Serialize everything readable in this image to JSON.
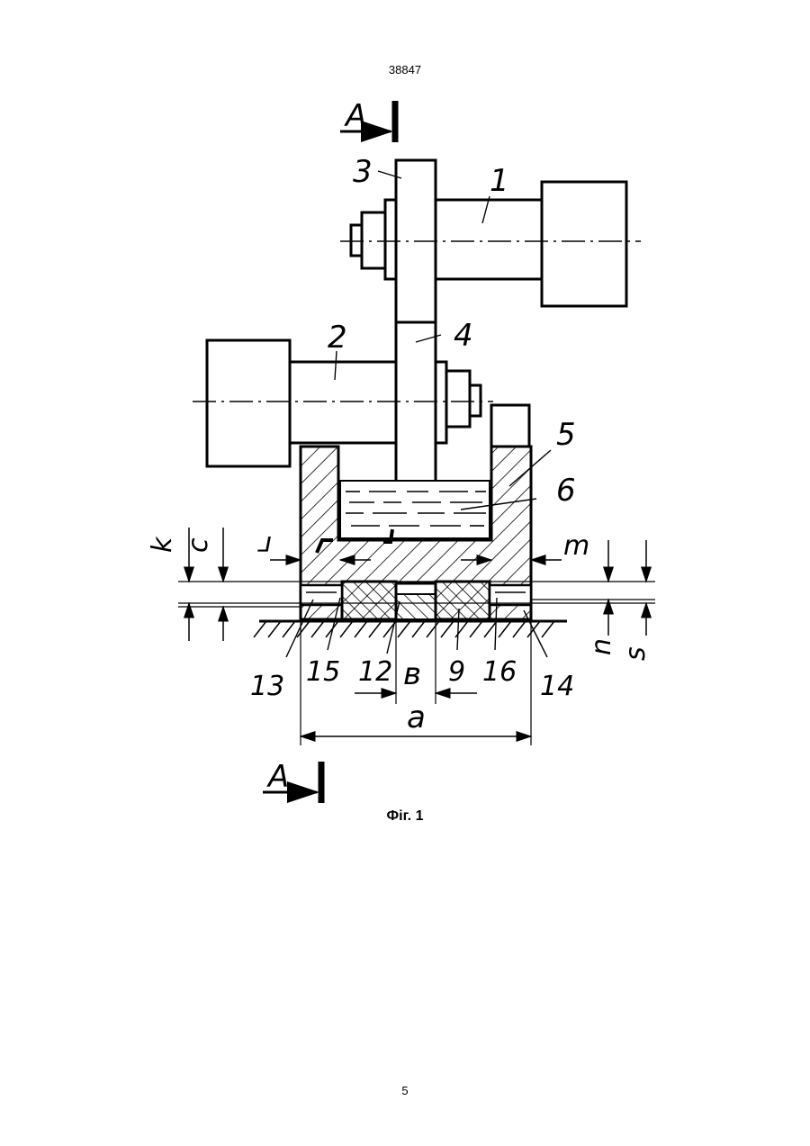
{
  "document": {
    "page_number_top": "38847",
    "page_number_bottom": "5",
    "caption": "Фіг. 1"
  },
  "figure": {
    "section_marks": [
      "A",
      "A"
    ],
    "part_labels": [
      "1",
      "2",
      "3",
      "4",
      "5",
      "6",
      "9",
      "12",
      "13",
      "14",
      "15",
      "16"
    ],
    "dimension_labels": [
      "k",
      "c",
      "г",
      "m",
      "n",
      "s",
      "в",
      "a"
    ],
    "colors": {
      "ink": "#000000",
      "paper": "#ffffff"
    }
  }
}
